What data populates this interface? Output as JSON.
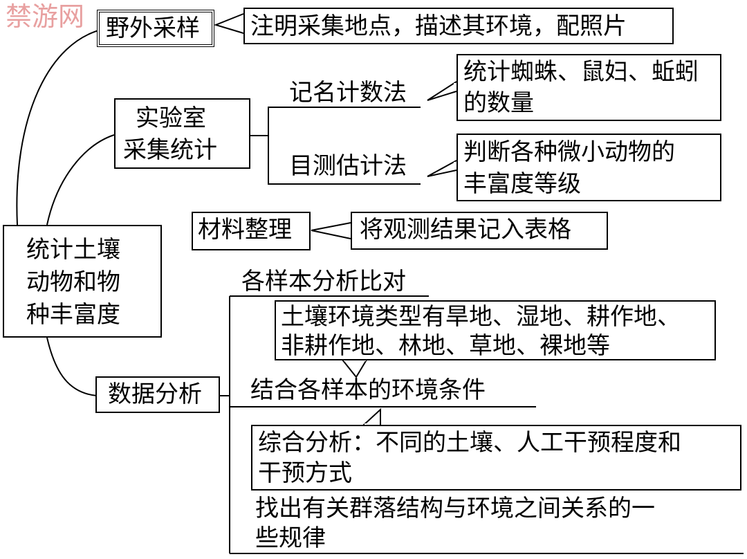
{
  "watermark": "禁游网",
  "nodes": {
    "center": {
      "line1": "统计土壤",
      "line2": "动物和物",
      "line3": "种丰富度"
    },
    "field_sampling": "野外采样",
    "field_sampling_note": "注明采集地点，描述其环境，配照片",
    "lab": {
      "line1": "实验室",
      "line2": "采集统计"
    },
    "count_method": "记名计数法",
    "count_note": {
      "line1": "统计蜘蛛、鼠妇、蚯蚓",
      "line2": "的数量"
    },
    "estimate_method": "目测估计法",
    "estimate_note": {
      "line1": "判断各种微小动物的",
      "line2": "丰富度等级"
    },
    "organize": "材料整理",
    "organize_note": "将观测结果记入表格",
    "data_analysis": "数据分析",
    "compare": "各样本分析比对",
    "env_types": {
      "line1": "土壤环境类型有旱地、湿地、耕作地、",
      "line2": "非耕作地、林地、草地、裸地等"
    },
    "combine": "结合各样本的环境条件",
    "synthesis": {
      "line1": "综合分析：不同的土壤、人工干预程度和",
      "line2": "干预方式"
    },
    "conclusion": {
      "line1": "找出有关群落结构与环境之间关系的一",
      "line2": "些规律"
    }
  }
}
